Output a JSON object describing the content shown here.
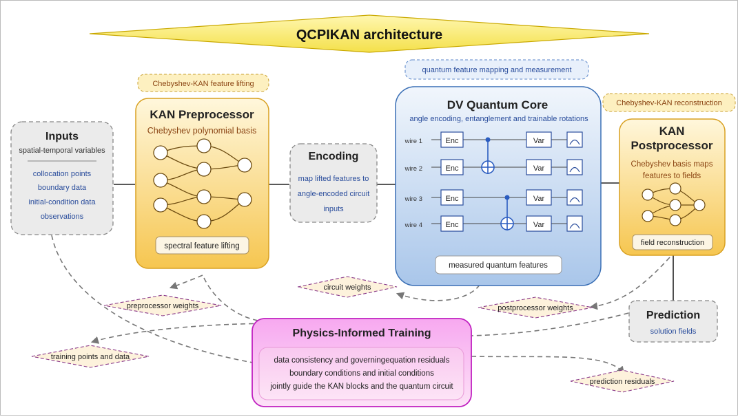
{
  "title": "QCPIKAN architecture",
  "inputs": {
    "title": "Inputs",
    "subtitle": "spatial-temporal variables",
    "items": [
      "collocation points",
      "boundary data",
      "initial-condition data",
      "observations"
    ]
  },
  "kan_pre": {
    "tag": "Chebyshev-KAN feature lifting",
    "title": "KAN Preprocessor",
    "subtitle": "Chebyshev polynomial basis",
    "footer": "spectral feature lifting"
  },
  "encoding": {
    "title": "Encoding",
    "lines": [
      "map lifted features to",
      "angle-encoded circuit",
      "inputs"
    ]
  },
  "quantum": {
    "tag": "quantum feature mapping and measurement",
    "title": "DV Quantum Core",
    "subtitle": "angle encoding, entanglement and trainable rotations",
    "wires": [
      "wire 1",
      "wire 2",
      "wire 3",
      "wire 4"
    ],
    "enc_label": "Enc",
    "var_label": "Var",
    "footer": "measured quantum features"
  },
  "kan_post": {
    "tag": "Chebyshev-KAN reconstruction",
    "title_lines": [
      "KAN",
      "Postprocessor"
    ],
    "subtitle_lines": [
      "Chebyshev basis maps",
      "features to fields"
    ],
    "footer": "field reconstruction"
  },
  "prediction": {
    "title": "Prediction",
    "subtitle": "solution fields"
  },
  "training": {
    "title": "Physics-Informed Training",
    "lines": [
      "data consistency and governingequation residuals",
      "boundary conditions and initial conditions",
      "jointly guide the KAN blocks and the quantum circuit"
    ]
  },
  "labels": {
    "preprocessor_weights": "preprocessor weights",
    "training_points": "training points and data",
    "circuit_weights": "circuit weights",
    "postprocessor_weights": "postprocessor weights",
    "prediction_residuals": "prediction residuals"
  },
  "colors": {
    "text_blue": "#2a4d9c",
    "text_brown": "#8b4513",
    "kan_border": "#d8a020",
    "quantum_border": "#3a6fb5",
    "training_border": "#c020c0",
    "diamond_border": "#8a3a8a"
  }
}
